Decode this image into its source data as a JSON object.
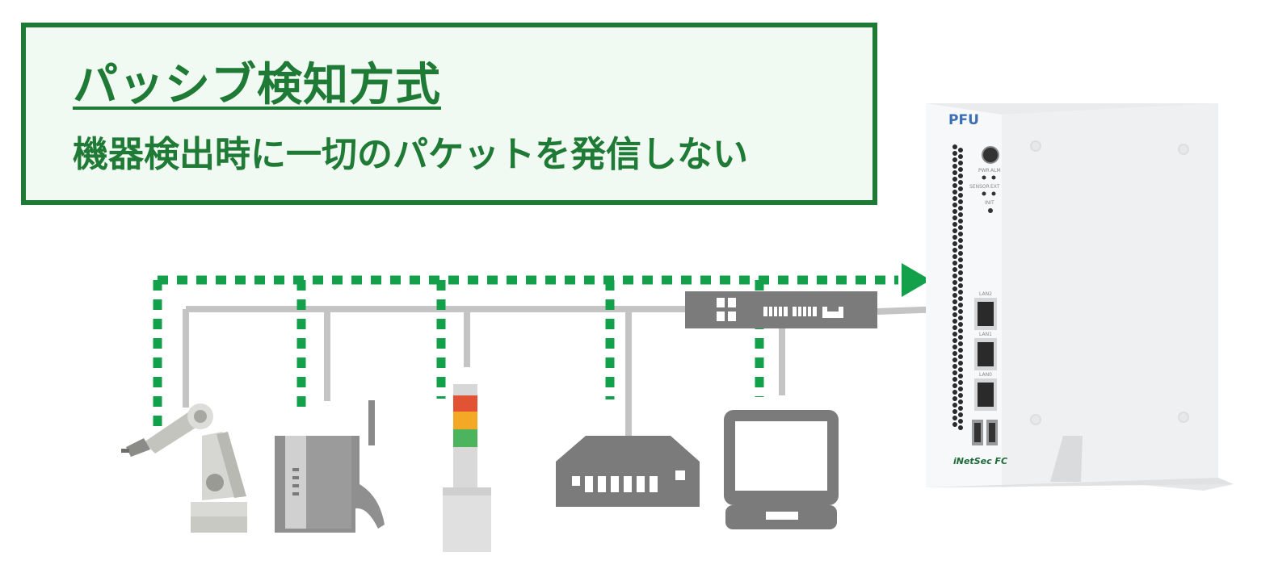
{
  "header": {
    "title": "パッシブ検知方式",
    "subtitle": "機器検出時に一切のパケットを発信しない"
  },
  "appliance": {
    "brand": "PFU",
    "product": "iNetSec FC",
    "led_labels": [
      "PWR",
      "ALM",
      "SENSOR",
      "EXT",
      "INIT"
    ],
    "port_labels": [
      "LAN2",
      "LAN1",
      "LAN0"
    ]
  },
  "devices": [
    {
      "icon": "robot-arm-icon"
    },
    {
      "icon": "router-icon"
    },
    {
      "icon": "signal-tower-icon"
    },
    {
      "icon": "network-appliance-icon"
    },
    {
      "icon": "laptop-icon"
    },
    {
      "icon": "network-switch-icon"
    }
  ],
  "colors": {
    "accent": "#1e7a34",
    "callout_bg": "#f1f9f3",
    "dotted_path": "#12a14a",
    "cable": "#c4c4c4",
    "device_gray": "#7b7b7b",
    "appliance_body": "#f2f3f4"
  }
}
